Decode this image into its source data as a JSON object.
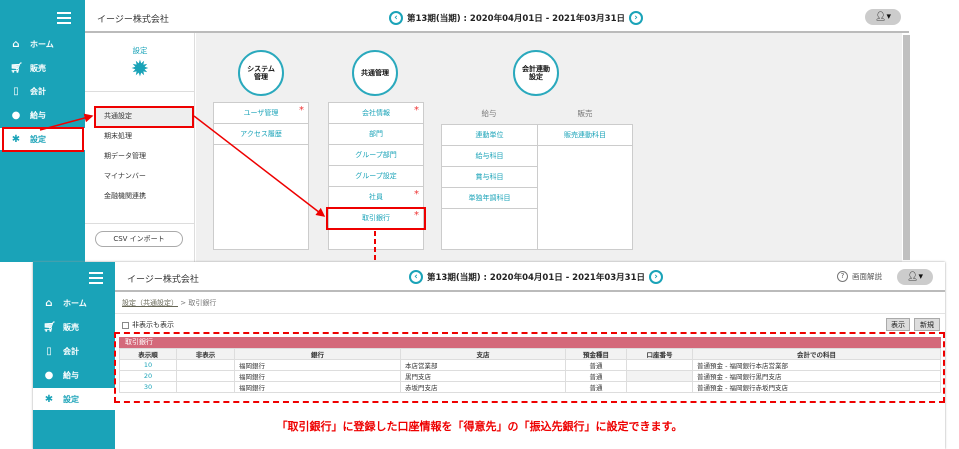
{
  "top_app": {
    "company": "イージー株式会社",
    "period": "第13期(当期) : 2020年04月01日 - 2021年03月31日",
    "sidebar": [
      {
        "label": "ホーム",
        "icon": "home-icon"
      },
      {
        "label": "販売",
        "icon": "cart-icon"
      },
      {
        "label": "会計",
        "icon": "calculator-icon"
      },
      {
        "label": "給与",
        "icon": "money-bag-icon"
      },
      {
        "label": "設定",
        "icon": "gear-icon",
        "active": true
      }
    ],
    "settings_panel": {
      "title": "設定",
      "items": [
        "共通設定",
        "期末処理",
        "期データ管理",
        "マイナンバー",
        "金融機関連携"
      ],
      "csv_button": "CSV インポート"
    },
    "categories": {
      "system": {
        "label_line1": "システム",
        "label_line2": "管理",
        "items": [
          {
            "label": "ユーザ管理",
            "required": true
          },
          {
            "label": "アクセス履歴",
            "required": false
          }
        ]
      },
      "common": {
        "label": "共通管理",
        "items": [
          {
            "label": "会社情報",
            "required": true
          },
          {
            "label": "部門",
            "required": false
          },
          {
            "label": "グループ部門",
            "required": false
          },
          {
            "label": "グループ設定",
            "required": false
          },
          {
            "label": "社員",
            "required": true
          },
          {
            "label": "取引銀行",
            "required": true
          }
        ]
      },
      "accounting_link": {
        "label_line1": "会計連動",
        "label_line2": "設定",
        "payroll_header": "給与",
        "sales_header": "販売",
        "payroll_items": [
          "連動単位",
          "給与科目",
          "賞与科目",
          "単独年調科目"
        ],
        "sales_items": [
          "販売連動科目"
        ]
      }
    }
  },
  "bottom_app": {
    "company": "イージー株式会社",
    "period": "第13期(当期) : 2020年04月01日 - 2021年03月31日",
    "help_label": "画面解説",
    "sidebar": [
      {
        "label": "ホーム"
      },
      {
        "label": "販売"
      },
      {
        "label": "会計"
      },
      {
        "label": "給与"
      },
      {
        "label": "設定",
        "active": true
      }
    ],
    "breadcrumb": {
      "parent": "設定（共通設定）",
      "separator": ">",
      "current": "取引銀行"
    },
    "show_hidden_label": "非表示も表示",
    "buttons": {
      "display": "表示",
      "new": "新規"
    },
    "table": {
      "title": "取引銀行",
      "columns": [
        "表示順",
        "非表示",
        "銀行",
        "支店",
        "預金種目",
        "口座番号",
        "会計での科目"
      ],
      "rows": [
        {
          "order": "10",
          "hidden": "",
          "bank": "福岡銀行",
          "branch": "本店営業部",
          "type": "普通",
          "account": "",
          "subject": "普通預金 - 福岡銀行本店営業部"
        },
        {
          "order": "20",
          "hidden": "",
          "bank": "福岡銀行",
          "branch": "黒門支店",
          "type": "普通",
          "account": "",
          "subject": "普通預金 - 福岡銀行黒門支店"
        },
        {
          "order": "30",
          "hidden": "",
          "bank": "福岡銀行",
          "branch": "赤坂門支店",
          "type": "普通",
          "account": "",
          "subject": "普通預金 - 福岡銀行赤坂門支店"
        }
      ]
    }
  },
  "caption": "「取引銀行」に登録した口座情報を「得意先」の「振込先銀行」に設定できます。",
  "colors": {
    "sidebar": "#1aa3b8",
    "highlight_red": "#e00000",
    "table_header": "#d4697a"
  }
}
